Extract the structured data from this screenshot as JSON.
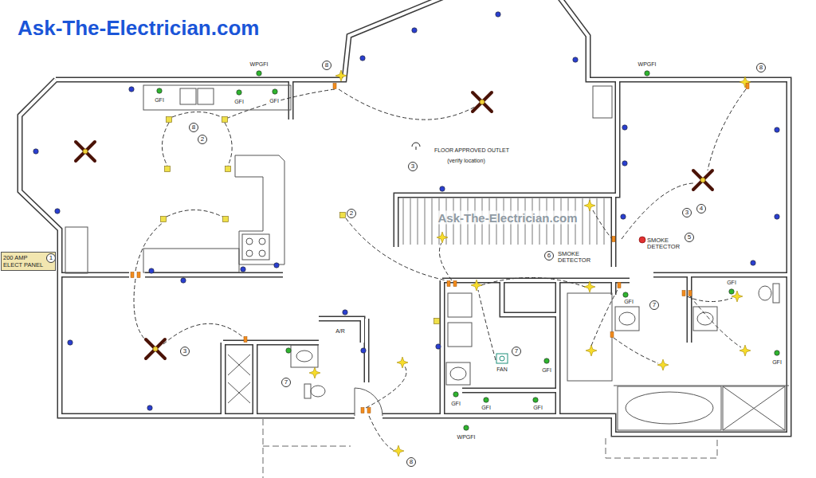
{
  "diagram": {
    "title": "Ask-The-Electrician.com",
    "nodes": [
      {
        "text": [
          "200 AMP ELECT PANEL"
        ]
      }
    ],
    "labels": [
      "WPGFI",
      "WPGFI",
      "8",
      "8",
      "GFI",
      "GFI",
      "GFI",
      "8",
      "2",
      "FLOOR APPROVED OUTLET",
      "(verify location)",
      "3",
      "2",
      "3",
      "4",
      "5",
      "SMOKE DETECTOR",
      "6",
      "SMOKE DETECTOR",
      "Ask-The-Electrician.com",
      "1",
      "A/R",
      "3",
      "7",
      "GFI",
      "GFI",
      "7",
      "7",
      "FAN",
      "GFI",
      "GFI",
      "GFI",
      "GFI",
      "GFI",
      "WPGFI",
      "8"
    ]
  }
}
